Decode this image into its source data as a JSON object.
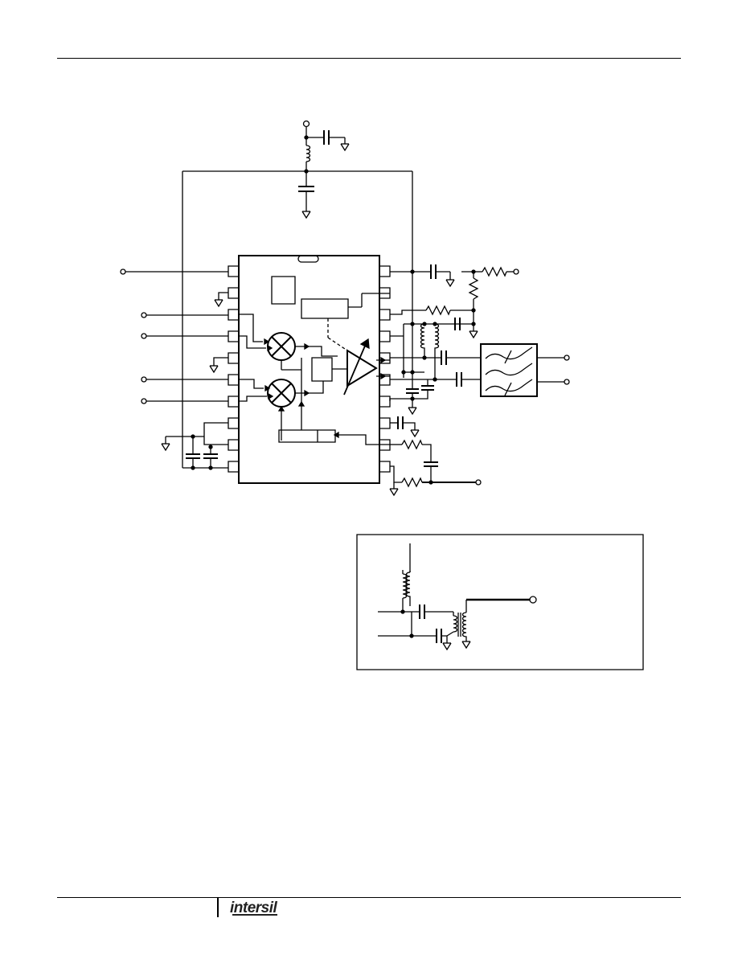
{
  "footer": {
    "logo_text": "intersil"
  },
  "colors": {
    "ink": "#000000",
    "background": "#ffffff"
  },
  "schematic": {
    "ic_pin_count": 20,
    "left_pin_count": 10,
    "right_pin_count": 10,
    "inset_present": true,
    "filter_block_present": true
  }
}
